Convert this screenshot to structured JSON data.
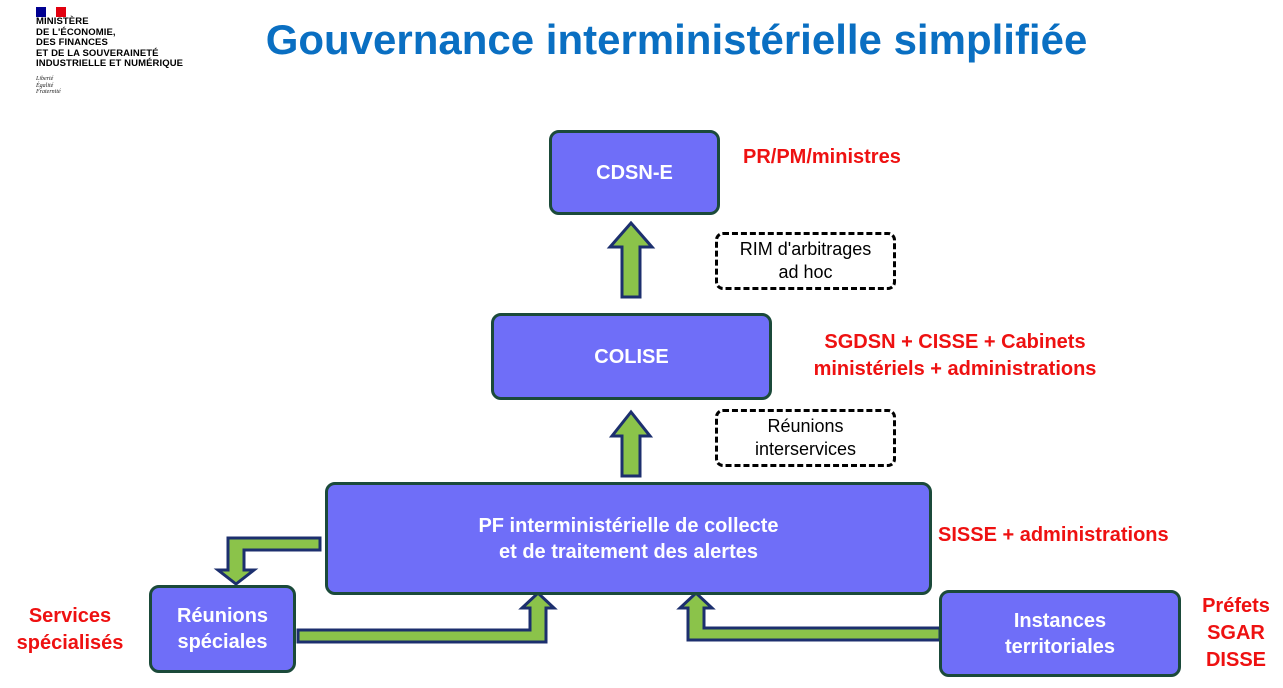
{
  "header": {
    "ministry_lines": [
      "MINISTÈRE",
      "DE L'ÉCONOMIE,",
      "DES FINANCES",
      "ET DE LA SOUVERAINETÉ",
      "INDUSTRIELLE ET NUMÉRIQUE"
    ],
    "motto_lines": [
      "Liberté",
      "Égalité",
      "Fraternité"
    ],
    "title": "Gouvernance interministérielle simplifiée"
  },
  "boxes": {
    "cdsn": "CDSN-E",
    "colise": "COLISE",
    "pf": "PF interministérielle  de collecte\net de traitement  des alertes",
    "reunions_speciales": "Réunions\nspéciales",
    "instances": "Instances\nterritoriales"
  },
  "notes": {
    "rim": "RIM d'arbitrages\nad hoc",
    "interservices": "Réunions\ninterservices"
  },
  "labels": {
    "cdsn": "PR/PM/ministres",
    "colise": "SGDSN  + CISSE  + Cabinets\nministériels  + administrations",
    "pf": "SISSE + administrations",
    "services": "Services\nspécialisés",
    "prefets": "Préfets\nSGAR\nDISSE"
  },
  "colors": {
    "title": "#0a6fc2",
    "box_fill": "#6f6ef8",
    "box_border": "#1b4a3a",
    "arrow_fill": "#8bc34a",
    "arrow_outline": "#1c2f6e",
    "label_red": "#ee1111",
    "flag_blue": "#000091",
    "flag_red": "#e1000f"
  }
}
